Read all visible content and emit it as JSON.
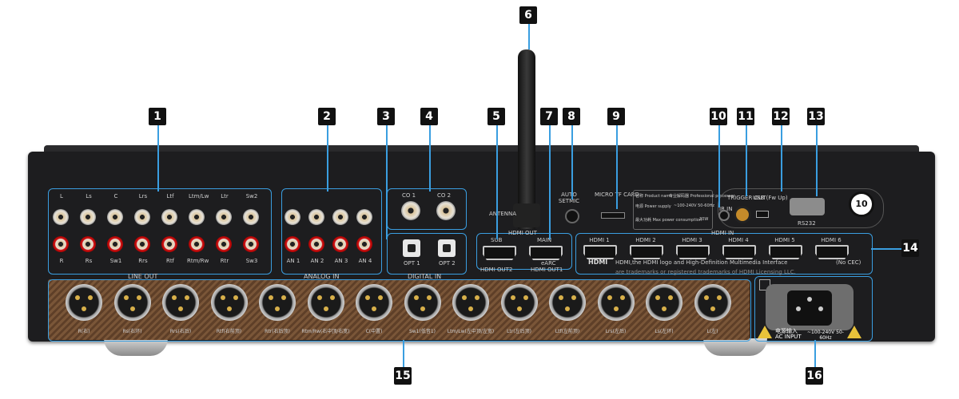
{
  "callouts": [
    "1",
    "2",
    "3",
    "4",
    "5",
    "6",
    "7",
    "8",
    "9",
    "10",
    "11",
    "12",
    "13",
    "14",
    "15",
    "16"
  ],
  "line_out": {
    "title": "LINE OUT",
    "top_labels": [
      "L",
      "Ls",
      "C",
      "Lrs",
      "Ltf",
      "Ltm/Lw",
      "Ltr",
      "Sw2"
    ],
    "bottom_labels": [
      "R",
      "Rs",
      "Sw1",
      "Rrs",
      "Rtf",
      "Rtm/Rw",
      "Rtr",
      "Sw3"
    ]
  },
  "analog_in": {
    "title": "ANALOG IN",
    "labels": [
      "AN 1",
      "AN 2",
      "AN 3",
      "AN 4"
    ]
  },
  "coax": {
    "labels": [
      "CO 1",
      "CO 2"
    ]
  },
  "digital_in": {
    "title": "DIGITAL IN",
    "labels": [
      "OPT 1",
      "OPT 2"
    ]
  },
  "antenna_label": "ANTENNA",
  "hdmi_out": {
    "title": "HDMI OUT",
    "sub": "SUB",
    "main": "MAIN",
    "out2": "HDMI OUT2",
    "earc": "eARC",
    "out1": "HDMI OUT1"
  },
  "auto_setup": "AUTO SETMIC",
  "microsd": "MICRO TF CARD",
  "product_info": {
    "name": "名称 Product name",
    "type": "专业解码器 Professional processor",
    "power": "电源 Power supply",
    "power_val": "~100-240V 50-60Hz",
    "max": "最大功耗 Max power consumption",
    "max_val": "30W"
  },
  "ir_in": "IR IN",
  "trigger": "TRIGGER OUT",
  "usb": "USB (Fw Up)",
  "rs232": "RS232",
  "hdmi_in": {
    "title": "HDMI IN",
    "ports": [
      "HDMI 1",
      "HDMI 2",
      "HDMI 3",
      "HDMI 4",
      "HDMI 5",
      "HDMI 6"
    ],
    "no_cec": "(No CEC)",
    "logo": "HDMI",
    "trademark_line1": "HDMI,the HDMI logo and High-Definition Multimedia Interface",
    "trademark_line2": "are trademarks or registered trademarks of HDMI Licensing LLC."
  },
  "xlr_labels": [
    "R(右)",
    "Rs(右环)",
    "Rrs(右后)",
    "Rtf(右前顶)",
    "Rtr(右后顶)",
    "Rtm/Rw(右中顶/右宽)",
    "C(中置)",
    "Sw1(低音1)",
    "Ltm/Lw(左中顶/左宽)",
    "Ltr(左后顶)",
    "Ltf(左前顶)",
    "Lrs(左后)",
    "Ls(左环)",
    "L(左)"
  ],
  "ac_input": {
    "label_cn": "电源输入",
    "label_en": "AC INPUT",
    "spec": "~100-240V 50-60Hz"
  },
  "badge": "10"
}
